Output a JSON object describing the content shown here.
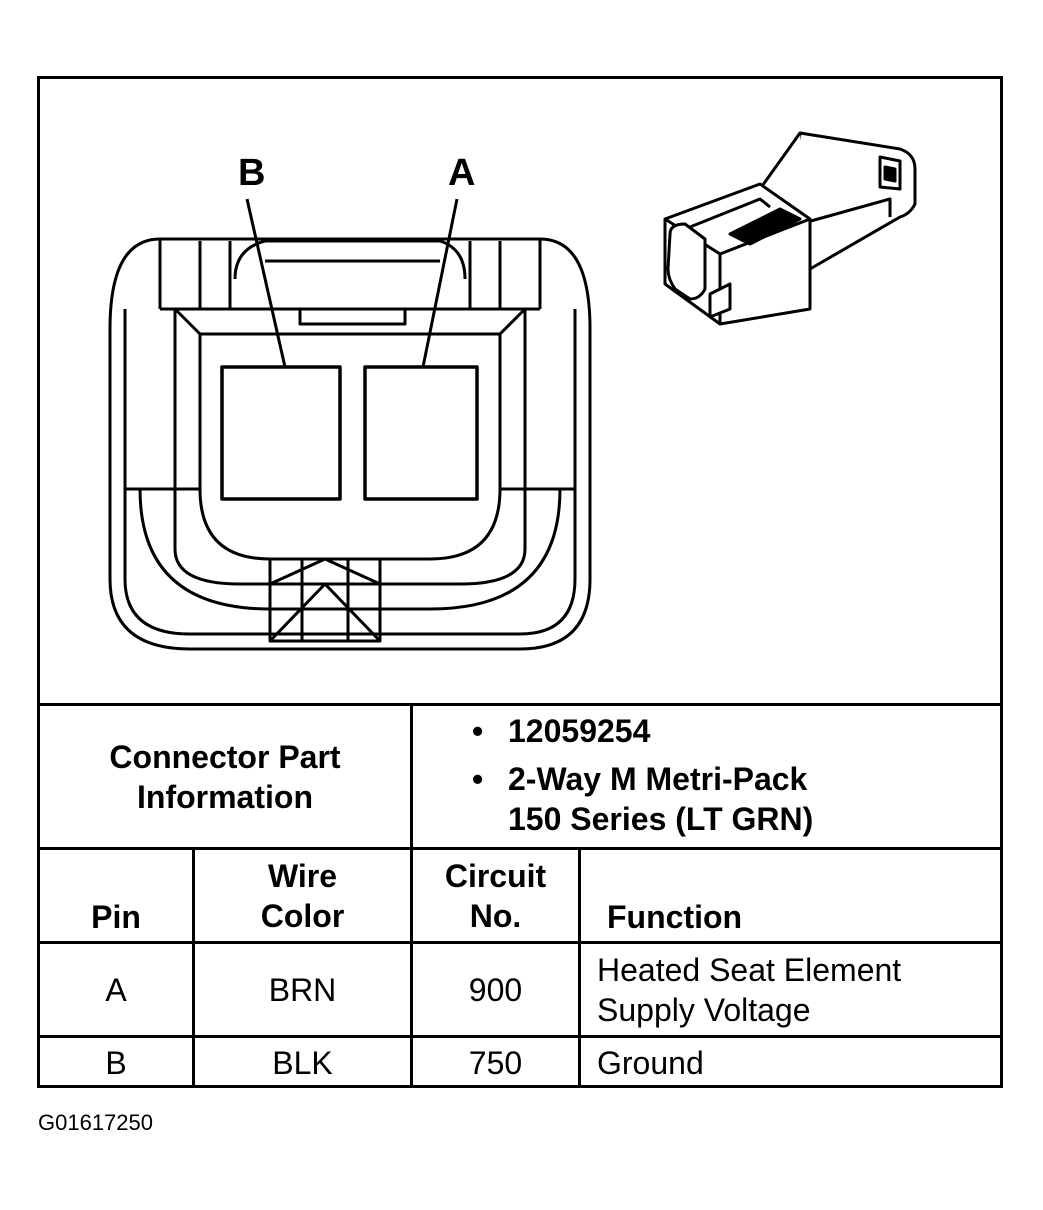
{
  "diagram": {
    "pin_labels": {
      "b": "B",
      "a": "A"
    }
  },
  "connector_info": {
    "label_line1": "Connector Part",
    "label_line2": "Information",
    "part_number": "12059254",
    "description_line1": "2-Way M Metri-Pack",
    "description_line2": "150 Series (LT GRN)"
  },
  "pin_table": {
    "headers": {
      "pin": "Pin",
      "wire_color_line1": "Wire",
      "wire_color_line2": "Color",
      "circuit_line1": "Circuit",
      "circuit_line2": "No.",
      "function": "Function"
    },
    "rows": [
      {
        "pin": "A",
        "wire_color": "BRN",
        "circuit": "900",
        "function_line1": "Heated Seat Element",
        "function_line2": "Supply Voltage"
      },
      {
        "pin": "B",
        "wire_color": "BLK",
        "circuit": "750",
        "function_line1": "Ground",
        "function_line2": ""
      }
    ]
  },
  "figure_id": "G01617250"
}
